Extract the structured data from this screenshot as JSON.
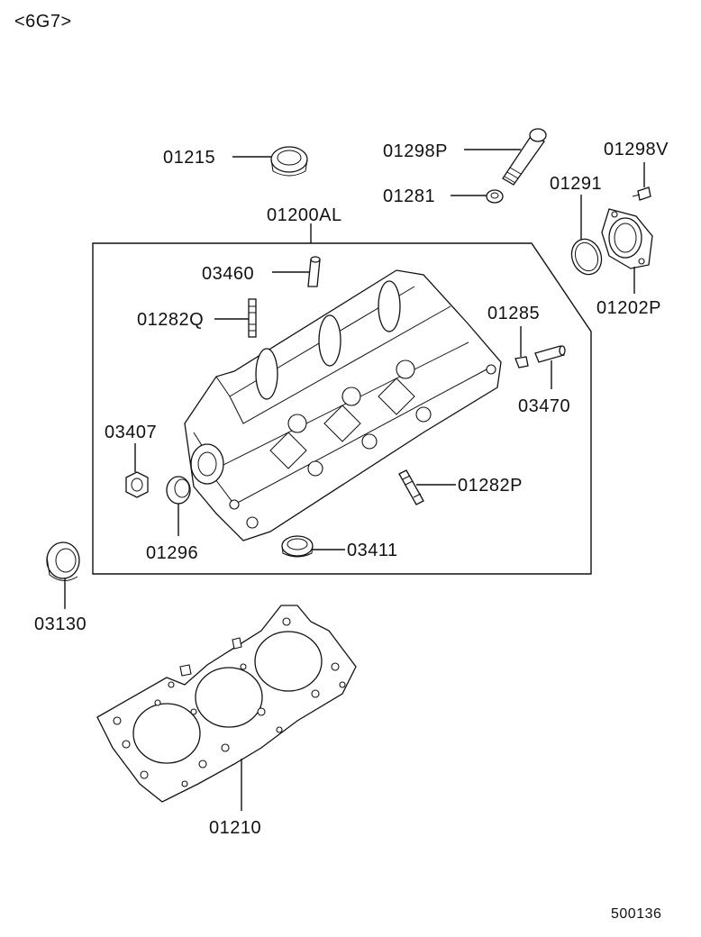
{
  "diagram_code": "<6G7>",
  "figure_number": "500136",
  "callouts": [
    {
      "id": "label-01215",
      "text": "01215"
    },
    {
      "id": "label-01298p",
      "text": "01298P"
    },
    {
      "id": "label-01298v",
      "text": "01298V"
    },
    {
      "id": "label-01281",
      "text": "01281"
    },
    {
      "id": "label-01291",
      "text": "01291"
    },
    {
      "id": "label-01200al",
      "text": "01200AL"
    },
    {
      "id": "label-03460",
      "text": "03460"
    },
    {
      "id": "label-01202p",
      "text": "01202P"
    },
    {
      "id": "label-01282q",
      "text": "01282Q"
    },
    {
      "id": "label-01285",
      "text": "01285"
    },
    {
      "id": "label-03470",
      "text": "03470"
    },
    {
      "id": "label-03407",
      "text": "03407"
    },
    {
      "id": "label-01282p",
      "text": "01282P"
    },
    {
      "id": "label-01296",
      "text": "01296"
    },
    {
      "id": "label-03411",
      "text": "03411"
    },
    {
      "id": "label-03130",
      "text": "03130"
    },
    {
      "id": "label-01210",
      "text": "01210"
    }
  ]
}
